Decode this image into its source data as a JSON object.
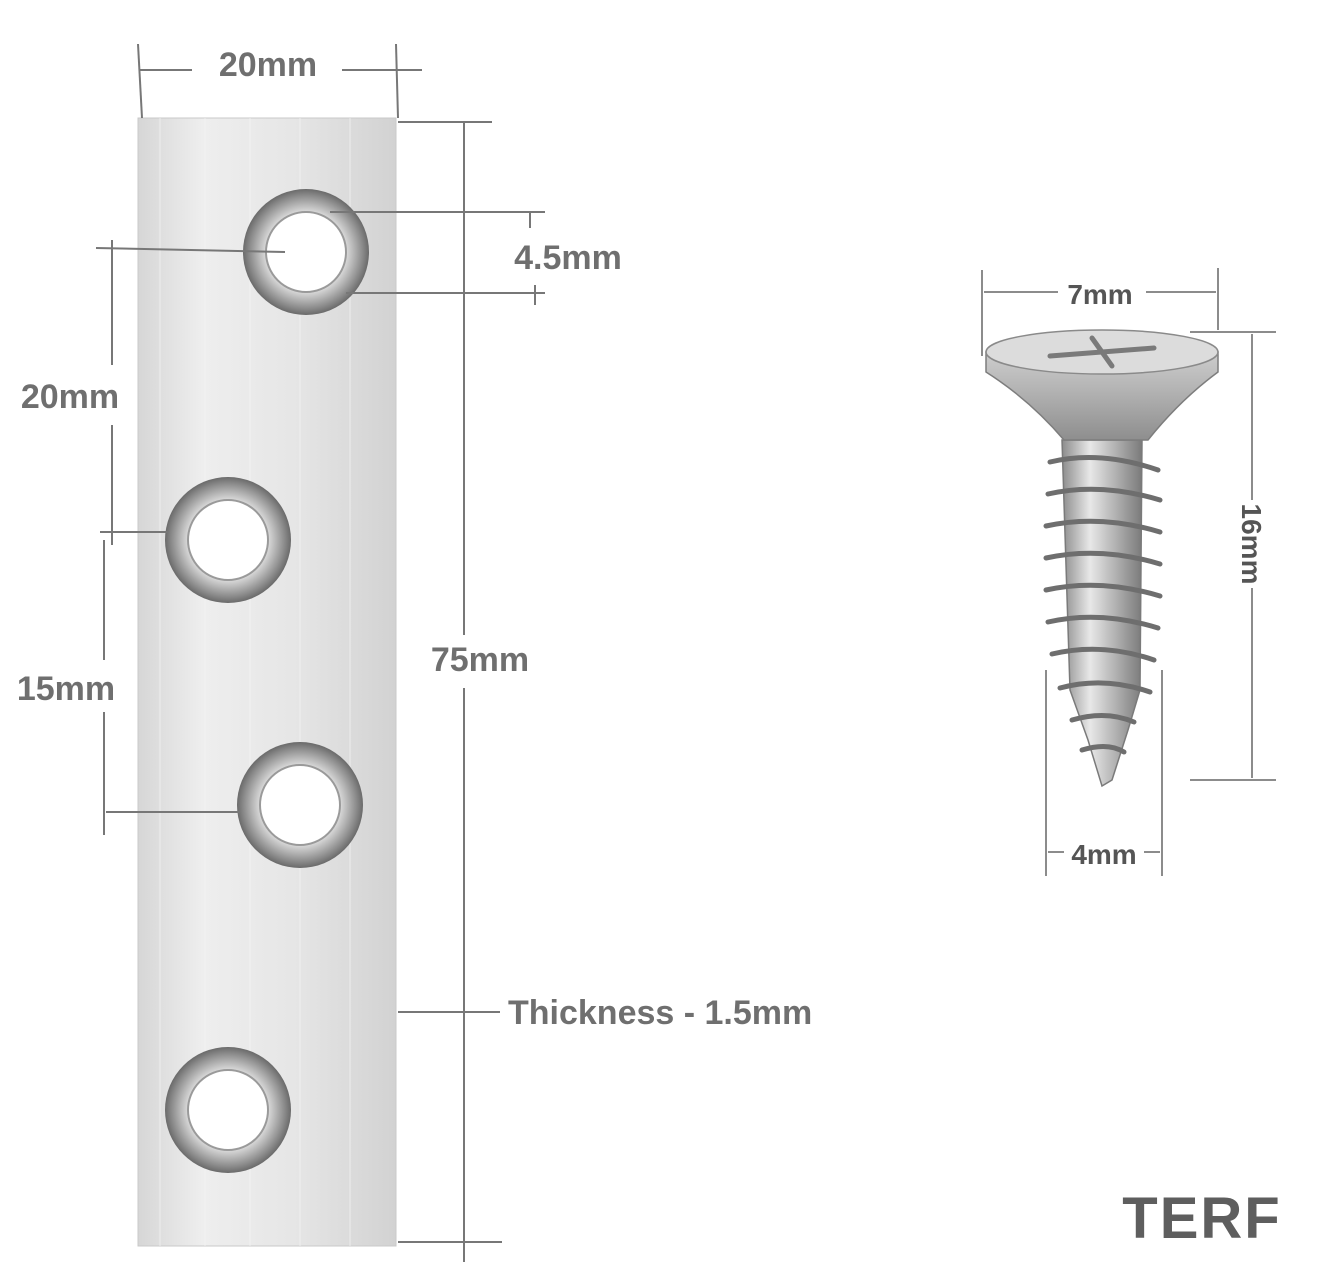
{
  "plate": {
    "width_label": "20mm",
    "hole_diameter_label": "4.5mm",
    "hole_spacing_top_label": "20mm",
    "hole_spacing_mid_label": "15mm",
    "length_label": "75mm",
    "thickness_label": "Thickness - 1.5mm",
    "metal_color": "#e4e4e4"
  },
  "screw": {
    "head_width_label": "7mm",
    "length_label": "16mm",
    "shank_width_label": "4mm",
    "metal_color": "#c8c8c8"
  },
  "brand": {
    "name": "TERF"
  },
  "colors": {
    "dimension_text": "#6f6f6f",
    "dimension_line": "#777777",
    "background": "#ffffff"
  }
}
